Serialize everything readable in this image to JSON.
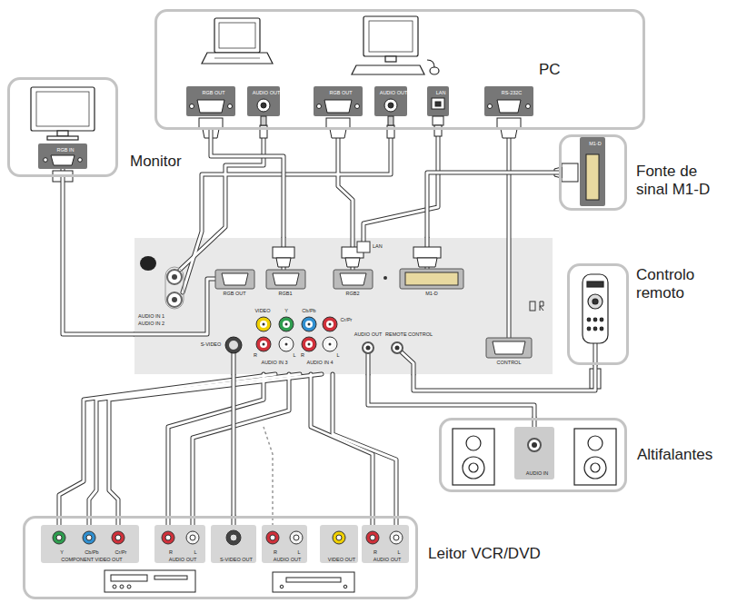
{
  "diagram": {
    "nodes": [
      {
        "text": [
          "PC",
          "RGB OUT",
          "AUDIO OUT",
          "RGB OUT",
          "AUDIO OUT",
          "LAN",
          "RS-232C"
        ]
      },
      {
        "text": [
          "Monitor",
          "RGB IN"
        ]
      },
      {
        "text": [
          "Fonte de sinal M1-D",
          "M1-D"
        ]
      },
      {
        "text": [
          "LAN",
          "AUDIO IN 1",
          "AUDIO IN 2",
          "RGB OUT",
          "RGB1",
          "RGB2",
          "M1-D",
          "VIDEO",
          "Y",
          "Cb/Pb",
          "Cr/Pr",
          "S-VIDEO",
          "R",
          "L",
          "AUDIO IN 3",
          "R",
          "L",
          "AUDIO IN 4",
          "AUDIO OUT",
          "REMOTE CONTROL",
          "CONTROL"
        ]
      },
      {
        "text": [
          "Controlo remoto"
        ]
      },
      {
        "text": [
          "Altifalantes",
          "AUDIO IN"
        ]
      },
      {
        "text": [
          "Leitor VCR/DVD",
          "Y",
          "Cb/Pb",
          "Cr/Pr",
          "COMPONENT VIDEO OUT",
          "R",
          "L",
          "AUDIO OUT",
          "S-VIDEO OUT",
          "R",
          "L",
          "AUDIO OUT",
          "VIDEO OUT",
          "R",
          "L",
          "AUDIO OUT"
        ]
      }
    ],
    "edges": [
      {
        "from": 0,
        "to": 3,
        "arrow": "none"
      },
      {
        "from": 1,
        "to": 3,
        "arrow": "none"
      },
      {
        "from": 2,
        "to": 3,
        "arrow": "none"
      },
      {
        "from": 4,
        "to": 3,
        "arrow": "none"
      },
      {
        "from": 3,
        "to": 5,
        "arrow": "none"
      },
      {
        "from": 6,
        "to": 3,
        "arrow": "none"
      }
    ]
  }
}
